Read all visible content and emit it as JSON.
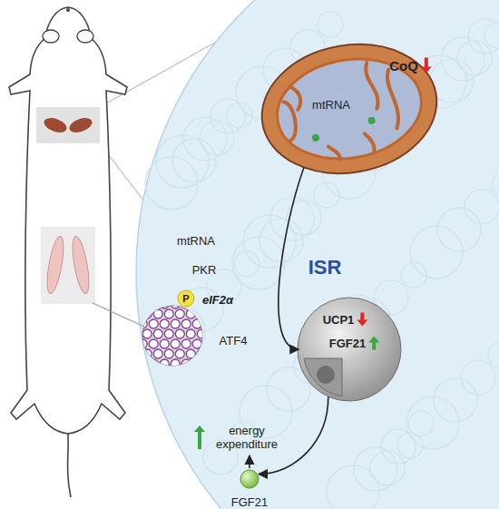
{
  "diagram": {
    "nodes": [
      {
        "text": [
          "mtRNA",
          "PKR",
          "ISR",
          "eIF2α",
          "ATF4"
        ]
      },
      {
        "text": [
          "CoQ",
          "mtRNA"
        ],
        "in": 0
      },
      {
        "text": [
          "P"
        ],
        "in": 0
      },
      {
        "text": [
          "UCP1",
          "FGF21"
        ],
        "in": 0
      },
      {
        "text": [
          "FGF21"
        ],
        "in": 0
      }
    ],
    "edges": [
      {
        "from": 1,
        "to": 3,
        "arrow": "to"
      },
      {
        "from": 3,
        "to": 4,
        "arrow": "to"
      }
    ],
    "labels": [
      "energy expenditure"
    ]
  }
}
